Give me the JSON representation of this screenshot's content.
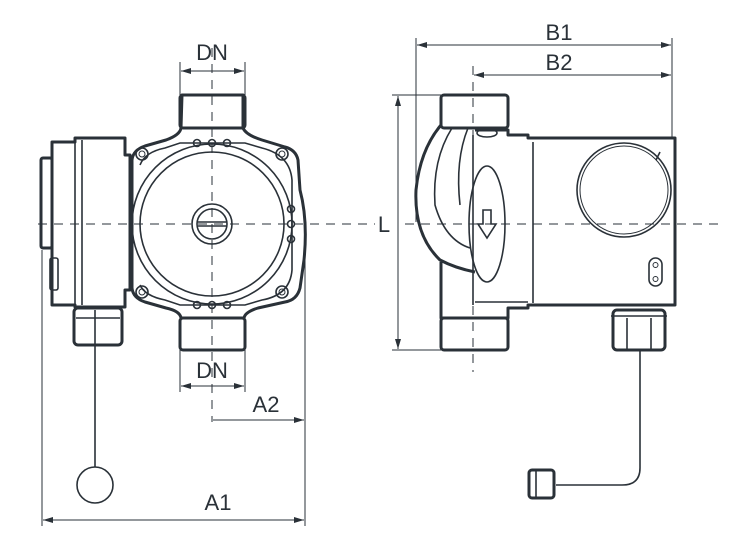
{
  "labels": {
    "dn_top": "DN",
    "dn_bottom": "DN",
    "a1": "A1",
    "a2": "A2",
    "b1": "B1",
    "b2": "B2",
    "l": "L"
  },
  "colors": {
    "line": "#2a3138",
    "background": "#ffffff"
  }
}
